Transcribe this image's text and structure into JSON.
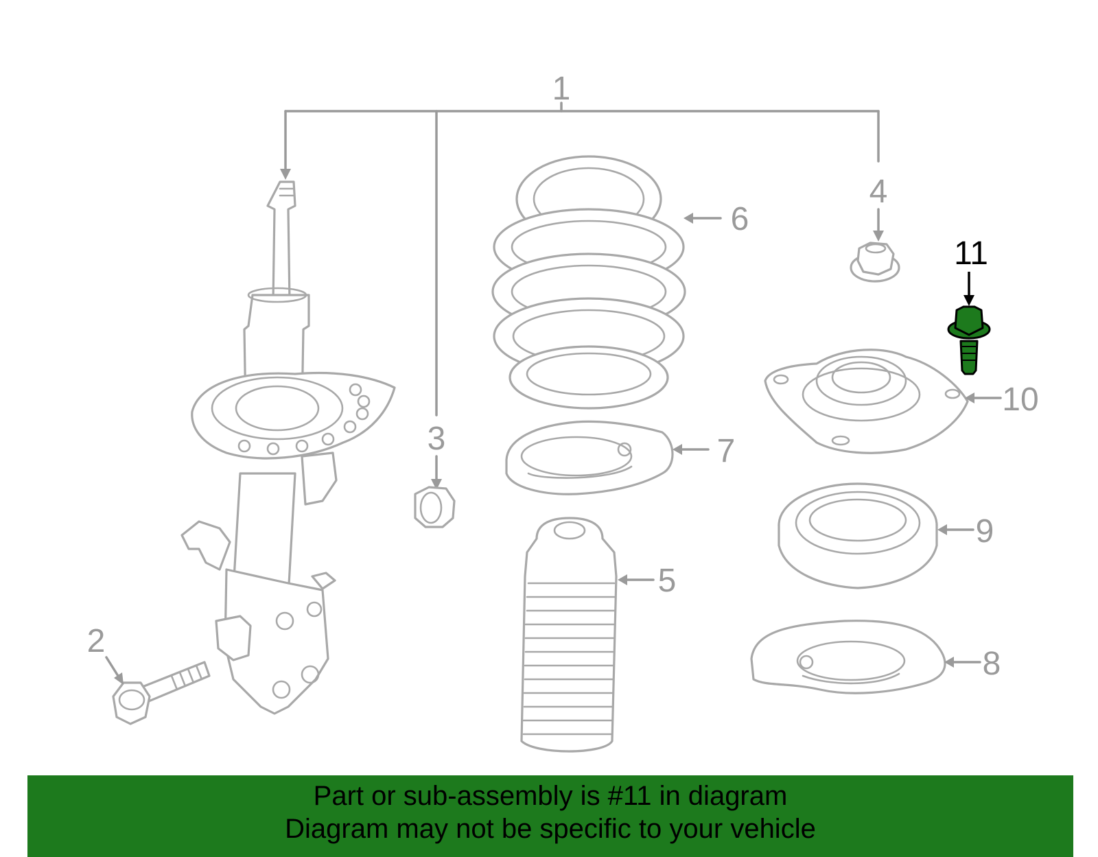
{
  "callouts": {
    "c1": "1",
    "c2": "2",
    "c3": "3",
    "c4": "4",
    "c5": "5",
    "c6": "6",
    "c7": "7",
    "c8": "8",
    "c9": "9",
    "c10": "10",
    "c11": "11"
  },
  "highlight": {
    "part_number": "11",
    "color": "#1d7a1d"
  },
  "banner": {
    "line1": "Part or sub-assembly is #11 in diagram",
    "line2": "Diagram may not be specific to your vehicle",
    "color": "#1d7a1d"
  }
}
